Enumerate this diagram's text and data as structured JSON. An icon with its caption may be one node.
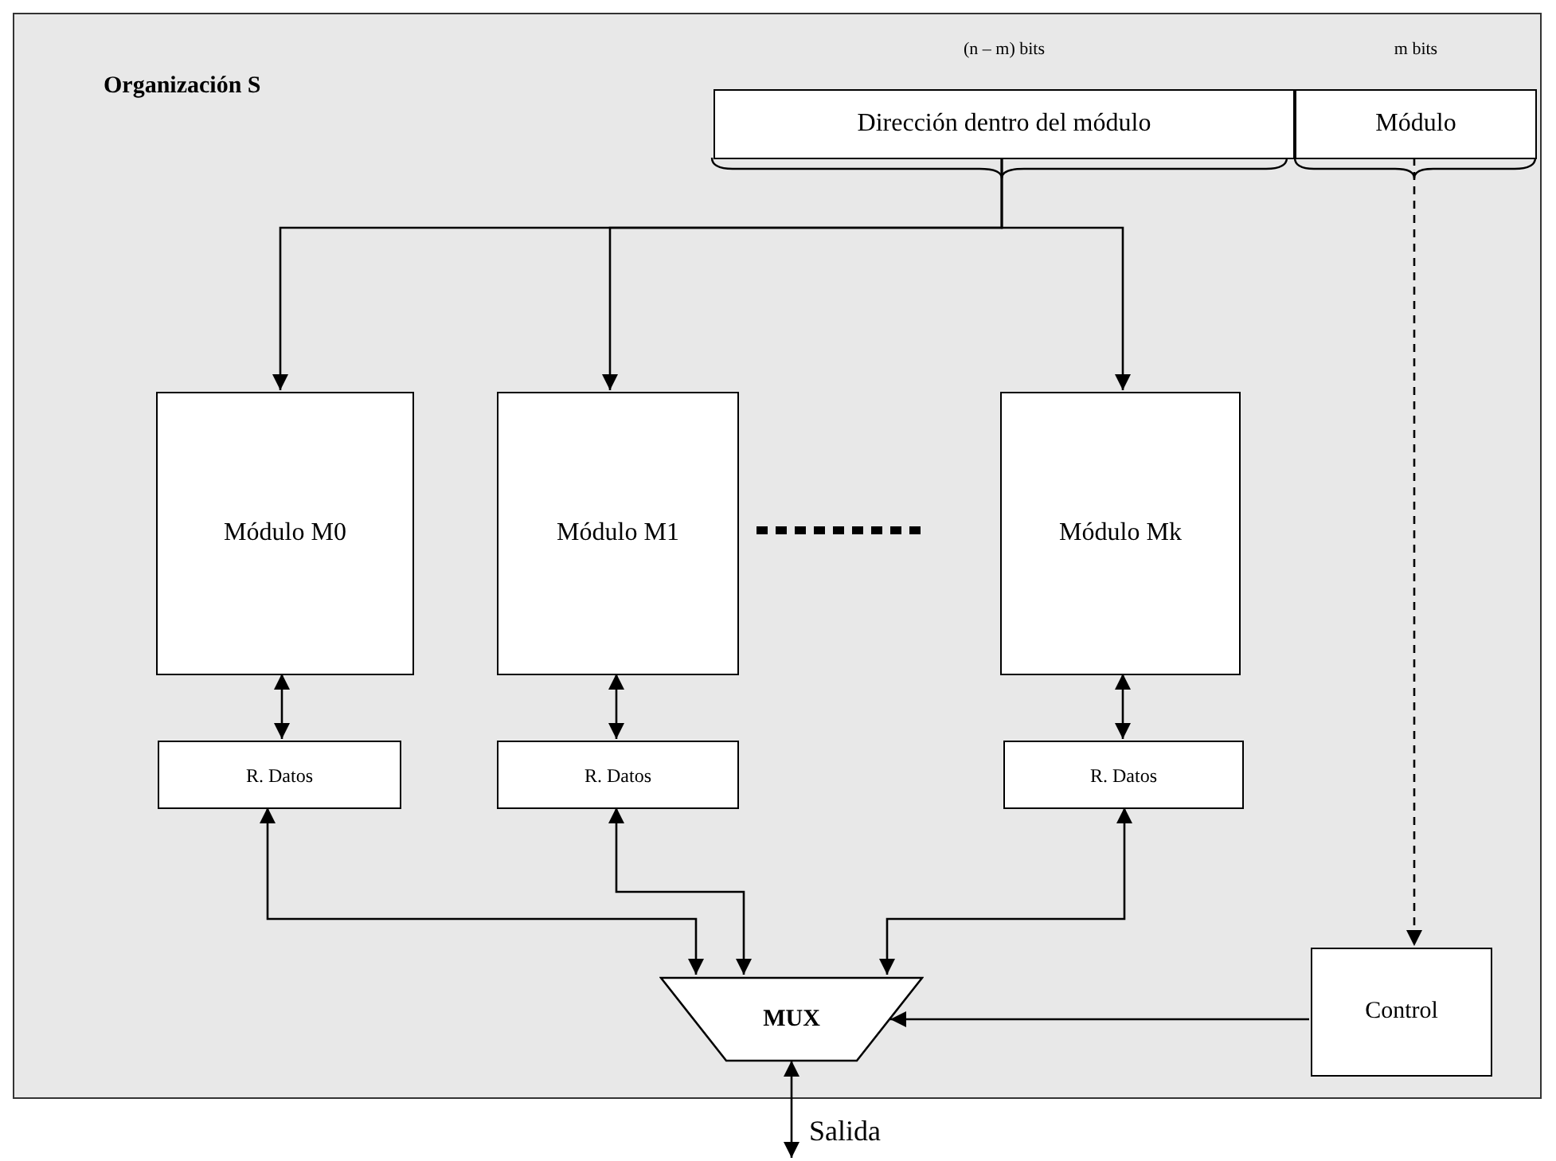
{
  "diagram": {
    "nodes": [
      {
        "text": [
          "Organización S"
        ]
      },
      {
        "text": [
          "Dirección dentro del módulo"
        ],
        "in": 0,
        "beside": [
          "(n – m) bits"
        ]
      },
      {
        "text": [
          "Módulo"
        ],
        "in": 0,
        "beside": [
          "m bits"
        ]
      },
      {
        "text": [
          "Módulo M0"
        ],
        "in": 0
      },
      {
        "text": [
          "Módulo M1"
        ],
        "in": 0
      },
      {
        "text": [
          "Módulo Mk"
        ],
        "in": 0
      },
      {
        "text": [
          "R. Datos"
        ],
        "in": 0
      },
      {
        "text": [
          "R. Datos"
        ],
        "in": 0
      },
      {
        "text": [
          "R. Datos"
        ],
        "in": 0
      },
      {
        "text": [
          "MUX"
        ],
        "in": 0
      },
      {
        "text": [
          "Control"
        ],
        "in": 0
      },
      {
        "text": [
          "Salida"
        ]
      }
    ],
    "edges": [
      {
        "from": 1,
        "to": 3,
        "arrow": "to"
      },
      {
        "from": 1,
        "to": 4,
        "arrow": "to"
      },
      {
        "from": 1,
        "to": 5,
        "arrow": "to"
      },
      {
        "from": 2,
        "to": 10,
        "arrow": "to",
        "style": "dashed"
      },
      {
        "from": 3,
        "to": 6,
        "arrow": "both"
      },
      {
        "from": 4,
        "to": 7,
        "arrow": "both"
      },
      {
        "from": 5,
        "to": 8,
        "arrow": "both"
      },
      {
        "from": 6,
        "to": 9,
        "arrow": "both"
      },
      {
        "from": 7,
        "to": 9,
        "arrow": "both"
      },
      {
        "from": 8,
        "to": 9,
        "arrow": "both"
      },
      {
        "from": 10,
        "to": 9,
        "arrow": "to"
      },
      {
        "from": 9,
        "to": 11,
        "arrow": "both"
      }
    ]
  }
}
